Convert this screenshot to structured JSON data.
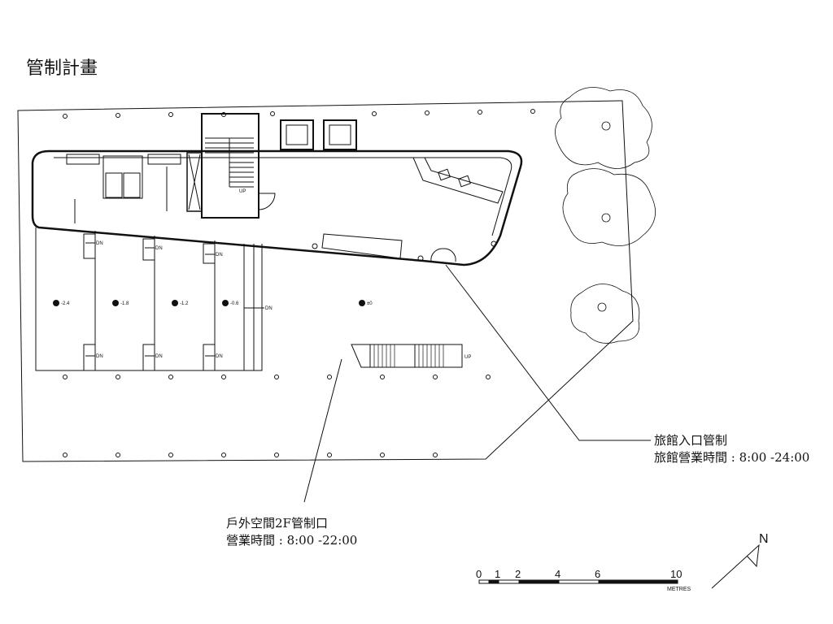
{
  "title": "管制計畫",
  "annotations": {
    "hotel_entrance": {
      "line1": "旅館入口管制",
      "line2": "旅館營業時間 : 8:00 -24:00"
    },
    "outdoor_2f": {
      "line1": "戶外空間2F管制口",
      "line2": "營業時間 : 8:00 -22:00"
    }
  },
  "levels": [
    "-2.4",
    "-1.8",
    "-1.2",
    "-0.6",
    "±0"
  ],
  "stair_labels": {
    "down": "DN",
    "up": "UP"
  },
  "scale_bar": {
    "ticks": [
      "0",
      "1",
      "2",
      "4",
      "6",
      "10"
    ],
    "unit": "METRES"
  },
  "north_label": "N"
}
